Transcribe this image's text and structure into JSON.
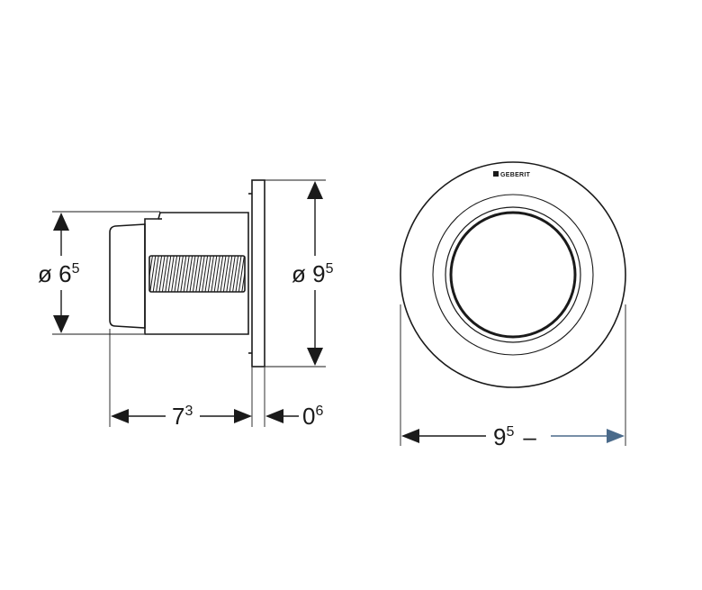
{
  "drawing": {
    "side_view": {
      "diameter_small": {
        "prefix": "ø 6",
        "sup": "5"
      },
      "diameter_large": {
        "prefix": "ø 9",
        "sup": "5"
      },
      "depth_body": {
        "prefix": "7",
        "sup": "3"
      },
      "depth_plate": {
        "prefix": "0",
        "sup": "6"
      }
    },
    "front_view": {
      "width": {
        "prefix": "9",
        "sup": "5",
        "suffix": "–"
      },
      "brand_logo": "GEBERIT"
    }
  },
  "colors": {
    "line": "#1a1a1a",
    "accent": "#4a6a8a"
  }
}
